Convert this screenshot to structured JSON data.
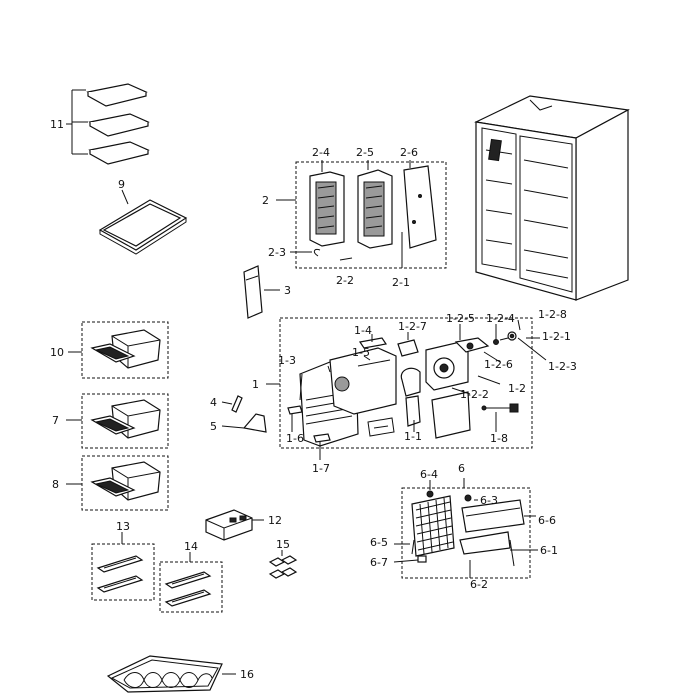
{
  "diagram": {
    "labels": {
      "l11": "11",
      "l9": "9",
      "l2": "2",
      "l2_4": "2-4",
      "l2_5": "2-5",
      "l2_6": "2-6",
      "l2_3": "2-3",
      "l2_2": "2-2",
      "l2_1": "2-1",
      "l3": "3",
      "l10": "10",
      "l7": "7",
      "l8": "8",
      "l1": "1",
      "l1_3": "1-3",
      "l1_5": "1-5",
      "l1_4": "1-4",
      "l1_2_7": "1-2-7",
      "l1_2_5": "1-2-5",
      "l1_2_4": "1-2-4",
      "l1_2_8": "1-2-8",
      "l1_2_1": "1-2-1",
      "l1_2_3": "1-2-3",
      "l1_2_6": "1-2-6",
      "l1_2": "1-2",
      "l1_2_2": "1-2-2",
      "l1_1": "1-1",
      "l1_8": "1-8",
      "l1_6": "1-6",
      "l1_7": "1-7",
      "l4": "4",
      "l5": "5",
      "l6": "6",
      "l6_4": "6-4",
      "l6_3": "6-3",
      "l6_6": "6-6",
      "l6_5": "6-5",
      "l6_1": "6-1",
      "l6_7": "6-7",
      "l6_2": "6-2",
      "l12": "12",
      "l13": "13",
      "l14": "14",
      "l15": "15",
      "l16": "16"
    }
  }
}
